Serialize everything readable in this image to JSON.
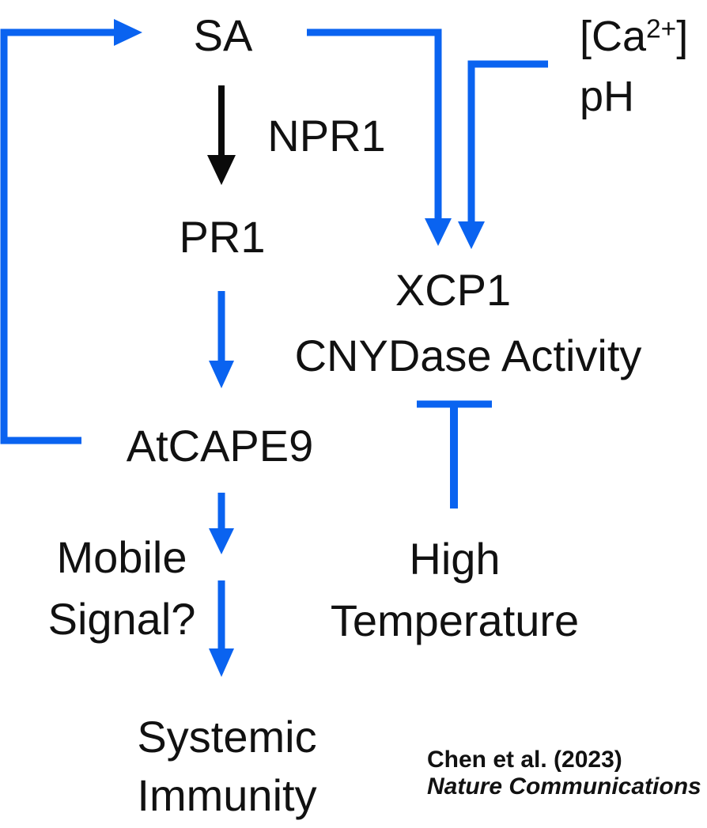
{
  "diagram": {
    "nodes": {
      "sa": "SA",
      "npr1": "NPR1",
      "pr1": "PR1",
      "atcape9": "AtCAPE9",
      "mobile_line1": "Mobile",
      "mobile_line2": "Signal?",
      "systemic_line1": "Systemic",
      "systemic_line2": "Immunity",
      "xcp1": "XCP1",
      "cnydase": "CNYDase Activity",
      "high_temp_line1": "High",
      "high_temp_line2": "Temperature",
      "ca_open": "[Ca",
      "ca_sup": "2+",
      "ca_close": "]",
      "ph": "pH"
    },
    "citation": {
      "line1": "Chen et al. (2023)",
      "line2": "Nature Communications"
    },
    "colors": {
      "arrow_blue": "#0a63f0",
      "arrow_black": "#0a0a0a",
      "text_color": "#111111"
    }
  }
}
